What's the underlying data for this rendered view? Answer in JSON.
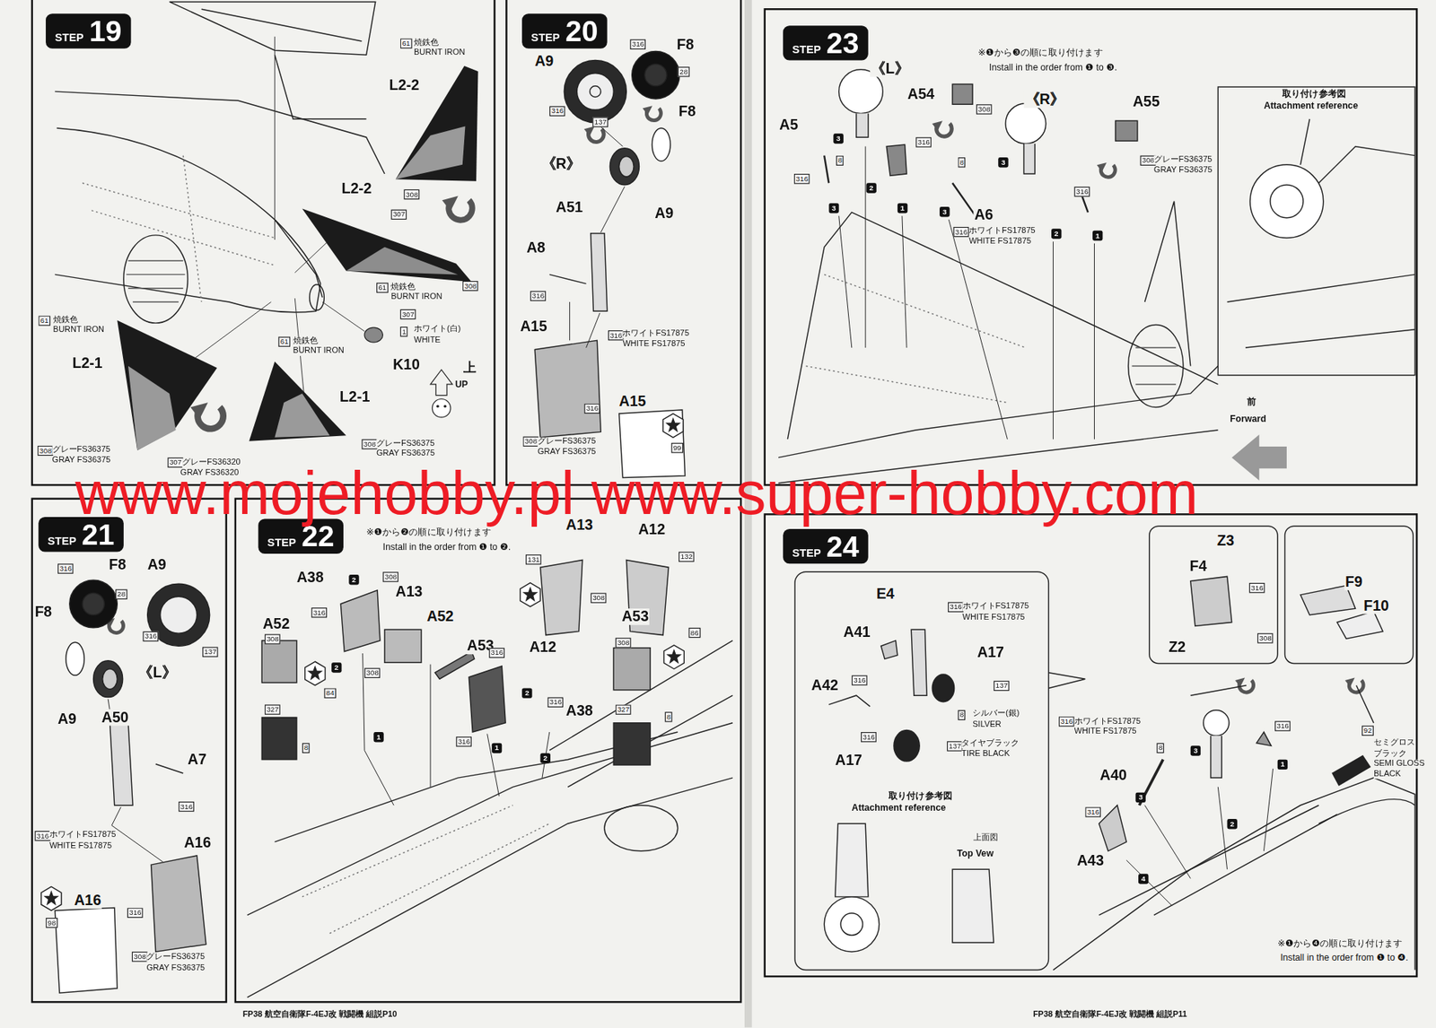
{
  "diagram": {
    "nodes": [
      {
        "text": [
          "STEP",
          "19"
        ]
      },
      {
        "text": [
          "STEP",
          "20"
        ]
      },
      {
        "text": [
          "STEP",
          "23"
        ]
      },
      {
        "text": [
          "STEP",
          "21"
        ]
      },
      {
        "text": [
          "STEP",
          "22"
        ]
      },
      {
        "text": [
          "STEP",
          "24"
        ]
      }
    ],
    "labels": [
      "61",
      "焼鉄色",
      "BURNT IRON",
      "L2-2",
      "308",
      "L2-2",
      "307",
      "308",
      "61",
      "焼鉄色",
      "BURNT IRON",
      "307",
      "1",
      "ホワイト(白)",
      "WHITE",
      "K10",
      "上",
      "UP",
      "61",
      "焼鉄色",
      "BURNT IRON",
      "L2-1",
      "61",
      "焼鉄色",
      "BURNT IRON",
      "L2-1",
      "308",
      "グレーFS36375",
      "GRAY FS36375",
      "307",
      "グレーFS36320",
      "GRAY FS36320",
      "308",
      "グレーFS36375",
      "GRAY FS36375",
      "A9",
      "316",
      "F8",
      "28",
      "316",
      "137",
      "F8",
      "《R》",
      "A9",
      "A51",
      "A8",
      "316",
      "A15",
      "316",
      "ホワイトFS17875",
      "WHITE FS17875",
      "A15",
      "316",
      "99",
      "308",
      "グレーFS36375",
      "GRAY FS36375",
      "316",
      "F8",
      "A9",
      "28",
      "316",
      "137",
      "F8",
      "《L》",
      "A9",
      "A50",
      "A7",
      "316",
      "316",
      "ホワイトFS17875",
      "WHITE FS17875",
      "A16",
      "A16",
      "98",
      "316",
      "308",
      "グレーFS36375",
      "GRAY FS36375",
      "※❶から❷の順に取り付けます",
      "Install in the order from ❶ to ❷.",
      "A38",
      "2",
      "308",
      "A13",
      "316",
      "A52",
      "308",
      "84",
      "A52",
      "308",
      "2",
      "A53",
      "A12",
      "316",
      "2",
      "316",
      "A38",
      "327",
      "8",
      "1",
      "1",
      "2",
      "316",
      "A13",
      "A12",
      "131",
      "132",
      "308",
      "A53",
      "86",
      "308",
      "327",
      "8",
      "※❶から❸の順に取り付けます",
      "Install in the order from ❶ to ❸.",
      "《L》",
      "A54",
      "308",
      "316",
      "A5",
      "3",
      "316",
      "8",
      "《R》",
      "A55",
      "308",
      "グレーFS36375",
      "GRAY FS36375",
      "8",
      "3",
      "A6",
      "3",
      "316",
      "ホワイトFS17875",
      "WHITE FS17875",
      "316",
      "2",
      "1",
      "3",
      "2",
      "1",
      "取り付け参考図",
      "Attachment reference",
      "前",
      "Forward",
      "E4",
      "316",
      "ホワイトFS17875",
      "WHITE FS17875",
      "A41",
      "A17",
      "316",
      "137",
      "A42",
      "8",
      "シルバー(銀)",
      "SILVER",
      "316",
      "A17",
      "137",
      "タイヤブラック",
      "TIRE BLACK",
      "取り付け参考図",
      "Attachment reference",
      "上面図",
      "Top Vew",
      "Z3",
      "F4",
      "316",
      "308",
      "Z2",
      "F9",
      "F10",
      "316",
      "ホワイトFS17875",
      "WHITE FS17875",
      "8",
      "3",
      "A40",
      "3",
      "2",
      "1",
      "316",
      "92",
      "セミグロス",
      "ブラック",
      "SEMI GLOSS",
      "BLACK",
      "316",
      "A43",
      "4",
      "※❶から❹の順に取り付けます",
      "Install in the order from ❶ to ❹.",
      "FP38 航空自衛隊F-4EJ改 戦闘機 組説P10",
      "FP38 航空自衛隊F-4EJ改 戦闘機 組説P11",
      "www.mojehobby.pl www.super-hobby.com"
    ]
  }
}
